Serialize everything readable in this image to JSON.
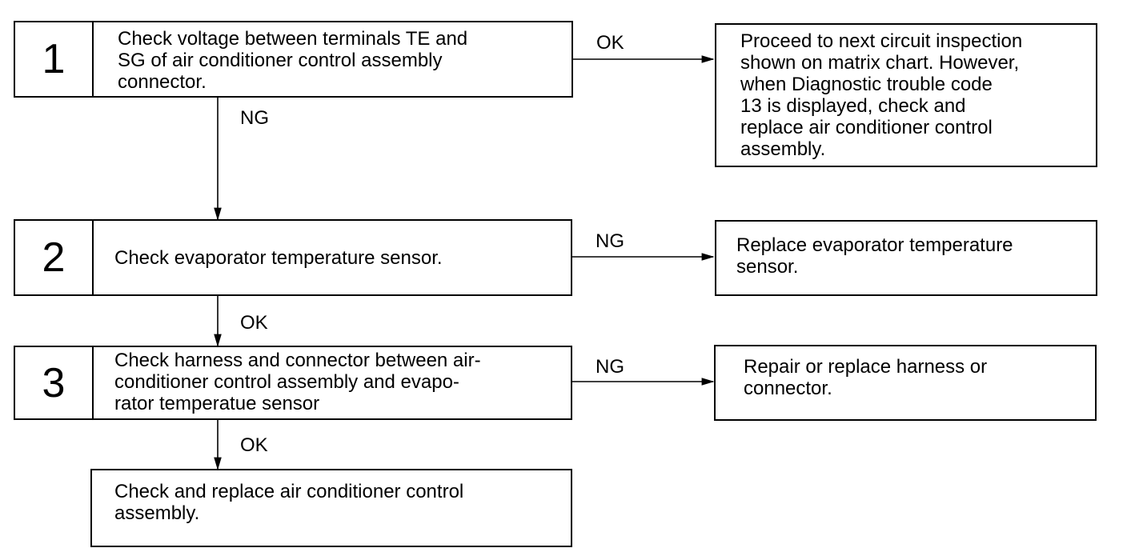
{
  "steps": [
    {
      "number": "1",
      "text": "Check voltage between terminals TE and\nSG of air conditioner control assembly\nconnector."
    },
    {
      "number": "2",
      "text": "Check evaporator temperature sensor."
    },
    {
      "number": "3",
      "text": "Check harness and connector between air-\nconditioner control assembly and evapo-\nrator temperatue sensor"
    }
  ],
  "final_step": {
    "text": "Check and replace air conditioner control\nassembly."
  },
  "results": [
    {
      "text": "Proceed to next circuit inspection\nshown on matrix chart. However,\nwhen Diagnostic trouble code\n13 is displayed, check and\nreplace air conditioner control\nassembly."
    },
    {
      "text": "Replace evaporator temperature\nsensor."
    },
    {
      "text": "Repair or replace harness or\nconnector."
    }
  ],
  "branch_labels": {
    "step1_right": "OK",
    "step1_down": "NG",
    "step2_right": "NG",
    "step2_down": "OK",
    "step3_right": "NG",
    "step3_down": "OK"
  }
}
